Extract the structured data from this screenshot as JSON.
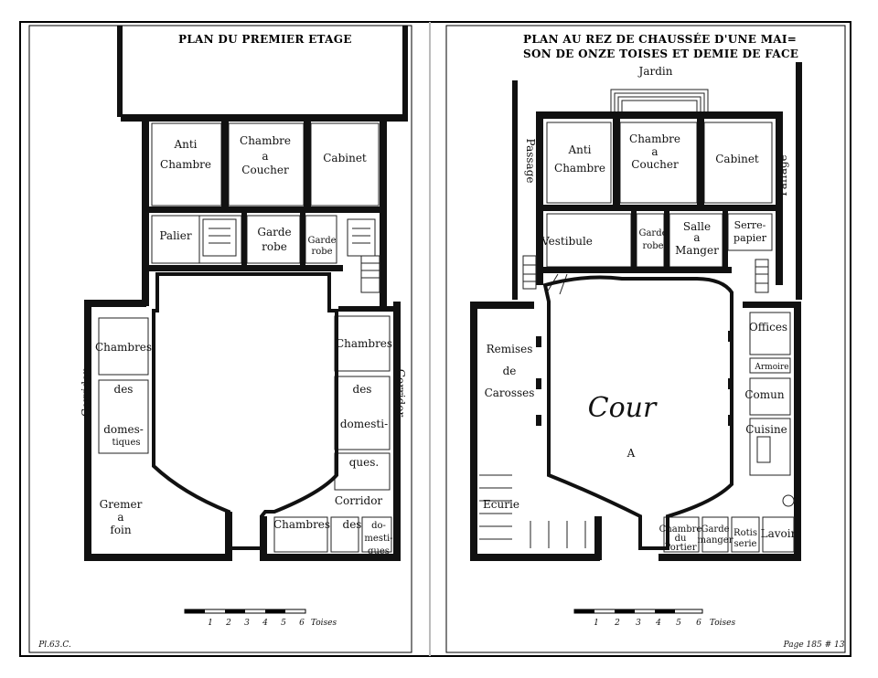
{
  "left_plan": {
    "title": "PLAN DU PREMIER ETAGE",
    "rooms": {
      "anti_chambre": [
        "Anti",
        "Chambre"
      ],
      "chambre_a_coucher": [
        "Chambre",
        "a",
        "Coucher"
      ],
      "cabinet": "Cabinet",
      "palier": "Palier",
      "garde_robe": [
        "Garde",
        "robe"
      ],
      "garde_robe_2": [
        "Garde",
        "robe"
      ],
      "chambres_left": "Chambres",
      "des_left": "des",
      "domestiques_left": [
        "domes-",
        "tiques"
      ],
      "corridor_left": "Corridor",
      "gremer": [
        "Gremer",
        "a",
        "foin"
      ],
      "chambres_right": "Chambres",
      "des_right": "des",
      "domestiques_right": [
        "domesti-",
        "ques."
      ],
      "corridor_right": "Corridor",
      "corridor_bottom": "Corridor",
      "chambres_bottom": "Chambres",
      "des_bottom": "des",
      "domestiques_bottom": [
        "do-",
        "mesti-",
        "ques"
      ]
    },
    "scale_numbers": [
      "1",
      "2",
      "3",
      "4",
      "5",
      "6"
    ],
    "scale_unit": "Toises",
    "plate_label": "Pl.63.C."
  },
  "right_plan": {
    "title_line1": "PLAN AU REZ DE CHAUSSÉE D'UNE MAI=",
    "title_line2": "SON DE ONZE TOISES ET DEMIE DE FACE",
    "rooms": {
      "jardin": "Jardin",
      "passage_left": "Passage",
      "passage_right": "Paſſage",
      "anti_chambre": [
        "Anti",
        "Chambre"
      ],
      "chambre_a_coucher": [
        "Chambre",
        "a",
        "Coucher"
      ],
      "cabinet": "Cabinet",
      "vestibule": "Vestibule",
      "garde_robe": [
        "Garde",
        "robe"
      ],
      "salle_a_manger": [
        "Salle",
        "a",
        "Manger"
      ],
      "serre_papier": [
        "Serre-",
        "papier"
      ],
      "offices": "Offices",
      "armoire": "Armoire",
      "comun": "Comun",
      "cuisine": "Cuisine",
      "remises": [
        "Remises",
        "de",
        "Carosses"
      ],
      "cour": "Cour",
      "cour_letter": "A",
      "ecurie": "Ecurie",
      "chambre_portier": [
        "Chambre",
        "du",
        "Portier"
      ],
      "garde_manger": [
        "Garde",
        "manger"
      ],
      "rotisserie": [
        "Rotis",
        "serie"
      ],
      "lavoir": "Lavoir"
    },
    "scale_numbers": [
      "1",
      "2",
      "3",
      "4",
      "5",
      "6"
    ],
    "scale_unit": "Toises",
    "page_label": "Page 185 # 13"
  }
}
